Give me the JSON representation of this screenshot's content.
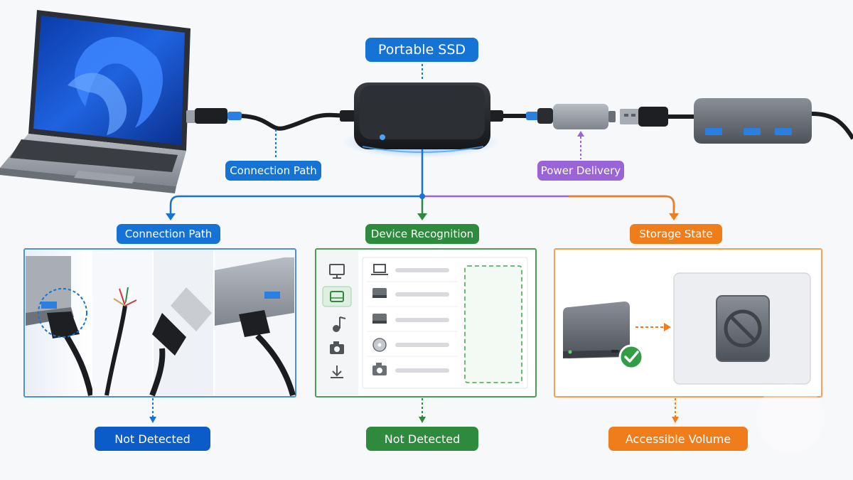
{
  "title": "Portable SSD",
  "top_labels": {
    "connection_path": "Connection Path",
    "power_delivery": "Power Delivery"
  },
  "panels": [
    {
      "heading": "Connection Path",
      "result": "Not Detected",
      "color": "#1673d6"
    },
    {
      "heading": "Device Recognition",
      "result": "Not Detected",
      "color": "#2e8a3d"
    },
    {
      "heading": "Storage State",
      "result": "Accessible Volume",
      "color": "#ef7d1c"
    }
  ],
  "colors": {
    "blue": "#1673d6",
    "green": "#2e8a3d",
    "orange": "#ef7d1c",
    "violet": "#9a63d8",
    "usb_blue": "#2a7fe0"
  },
  "icons": {
    "sidebar": [
      "monitor-icon",
      "drive-icon",
      "music-icon",
      "camera-icon",
      "download-icon"
    ],
    "rows": [
      "laptop-icon",
      "disk-icon",
      "disk-icon",
      "cd-icon",
      "camera-icon"
    ]
  }
}
